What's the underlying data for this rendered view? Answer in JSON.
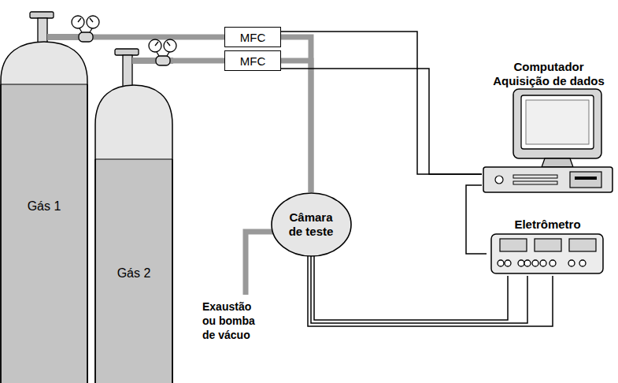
{
  "diagram": {
    "nodes": [
      {
        "text": [
          "Gás 1"
        ]
      },
      {
        "text": [
          "Gás 2"
        ]
      },
      {
        "text": [
          "MFC"
        ]
      },
      {
        "text": [
          "MFC"
        ]
      },
      {
        "text": [
          "Computador Aquisição de dados"
        ]
      },
      {
        "text": [
          "Câmara de teste"
        ]
      },
      {
        "text": [
          "Eletrômetro"
        ]
      }
    ],
    "edges": [
      {
        "from": 0,
        "to": 2,
        "arrow": "none"
      },
      {
        "from": 1,
        "to": 3,
        "arrow": "none"
      },
      {
        "from": 2,
        "to": 5,
        "arrow": "none"
      },
      {
        "from": 3,
        "to": 5,
        "arrow": "none"
      },
      {
        "from": 2,
        "to": 4,
        "arrow": "none"
      },
      {
        "from": 3,
        "to": 4,
        "arrow": "none"
      },
      {
        "from": 5,
        "to": 6,
        "arrow": "none"
      },
      {
        "from": 6,
        "to": 4,
        "arrow": "none"
      }
    ],
    "labels": [
      "Exaustão ou bomba de vácuo"
    ]
  }
}
